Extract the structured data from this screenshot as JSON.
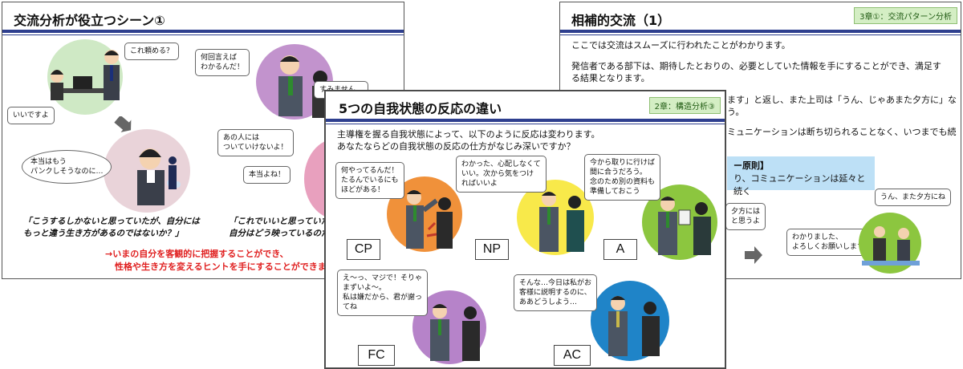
{
  "slide1": {
    "title": "交流分析が役立つシーン①",
    "bubbles": {
      "kore": "これ頼める？",
      "iidesuyo": "いいですよ",
      "nankai": "何回言えば\nわかるんだ！",
      "sumimasen": "すみません…",
      "honto": "本当はもう\nパンクしそうなのに…",
      "anohito": "あの人には\nついていけないよ！",
      "hontoda": "本当よね！"
    },
    "quote_left": "「こうするしかないと思っていたが、自分には\nもっと違う生き方があるのではないか？」",
    "quote_right": "「これでいいと思っていたが、\n自分はどう映っているのだろ",
    "red_line1": "→いまの自分を客観的に把握することができ、",
    "red_line2": "性格や生き方を変えるヒントを手にすることができます"
  },
  "slide2": {
    "title": "相補的交流（1）",
    "tag": "3章①：交流パターン分析",
    "p1": "ここでは交流はスムーズに行われたことがわかります。",
    "p2": "発信者である部下は、期待したとおりの、必要としていた情報を手にすることができ、満足す\nる結果となります。",
    "p3": "ます」と返し、また上司は「うん、じゃあまた夕方に」な\nう。",
    "p4": "ミュニケーションは断ち切られることなく、いつまでも続",
    "box_line1": "ー原則】",
    "box_line2": "り、コミュニケーションは延々と続く",
    "bub_left": "夕方には\nと思うよ",
    "bub_wakari": "わかりました、\nよろしくお願いします",
    "bub_un": "うん、また夕方にね"
  },
  "slide3": {
    "title": "5つの自我状態の反応の違い",
    "tag": "2章：構造分析③",
    "intro1": "主導権を握る自我状態によって、以下のように反応は変わります。",
    "intro2": "あなたならどの自我状態の反応の仕方がなじみ深いですか？",
    "cp_bubble": "何やってるんだ！\nたるんでいるにも\nほどがある！",
    "np_bubble": "わかった、心配しなくて\nいい。次から気をつけ\nればいいよ",
    "a_bubble": "今から取りに行けば\n間に合うだろう。\n念のため別の資料も\n準備しておこう",
    "fc_bubble": "え〜っ、マジで！そりゃ\nまずいよ〜。\n私は嫌だから、君が謝っ\nてね",
    "ac_bubble": "そんな…今日は私がお\n客様に説明するのに、\nああどうしよう…",
    "labels": {
      "cp": "CP",
      "np": "NP",
      "a": "A",
      "fc": "FC",
      "ac": "AC"
    }
  },
  "colors": {
    "rule": "#2e3f8f",
    "tag_bg": "#d4eec4",
    "red": "#e02020",
    "orange": "#f0913a",
    "yellow": "#f8e94a",
    "green": "#8cc63f",
    "purple": "#b683c9",
    "blue": "#1f84c8"
  }
}
